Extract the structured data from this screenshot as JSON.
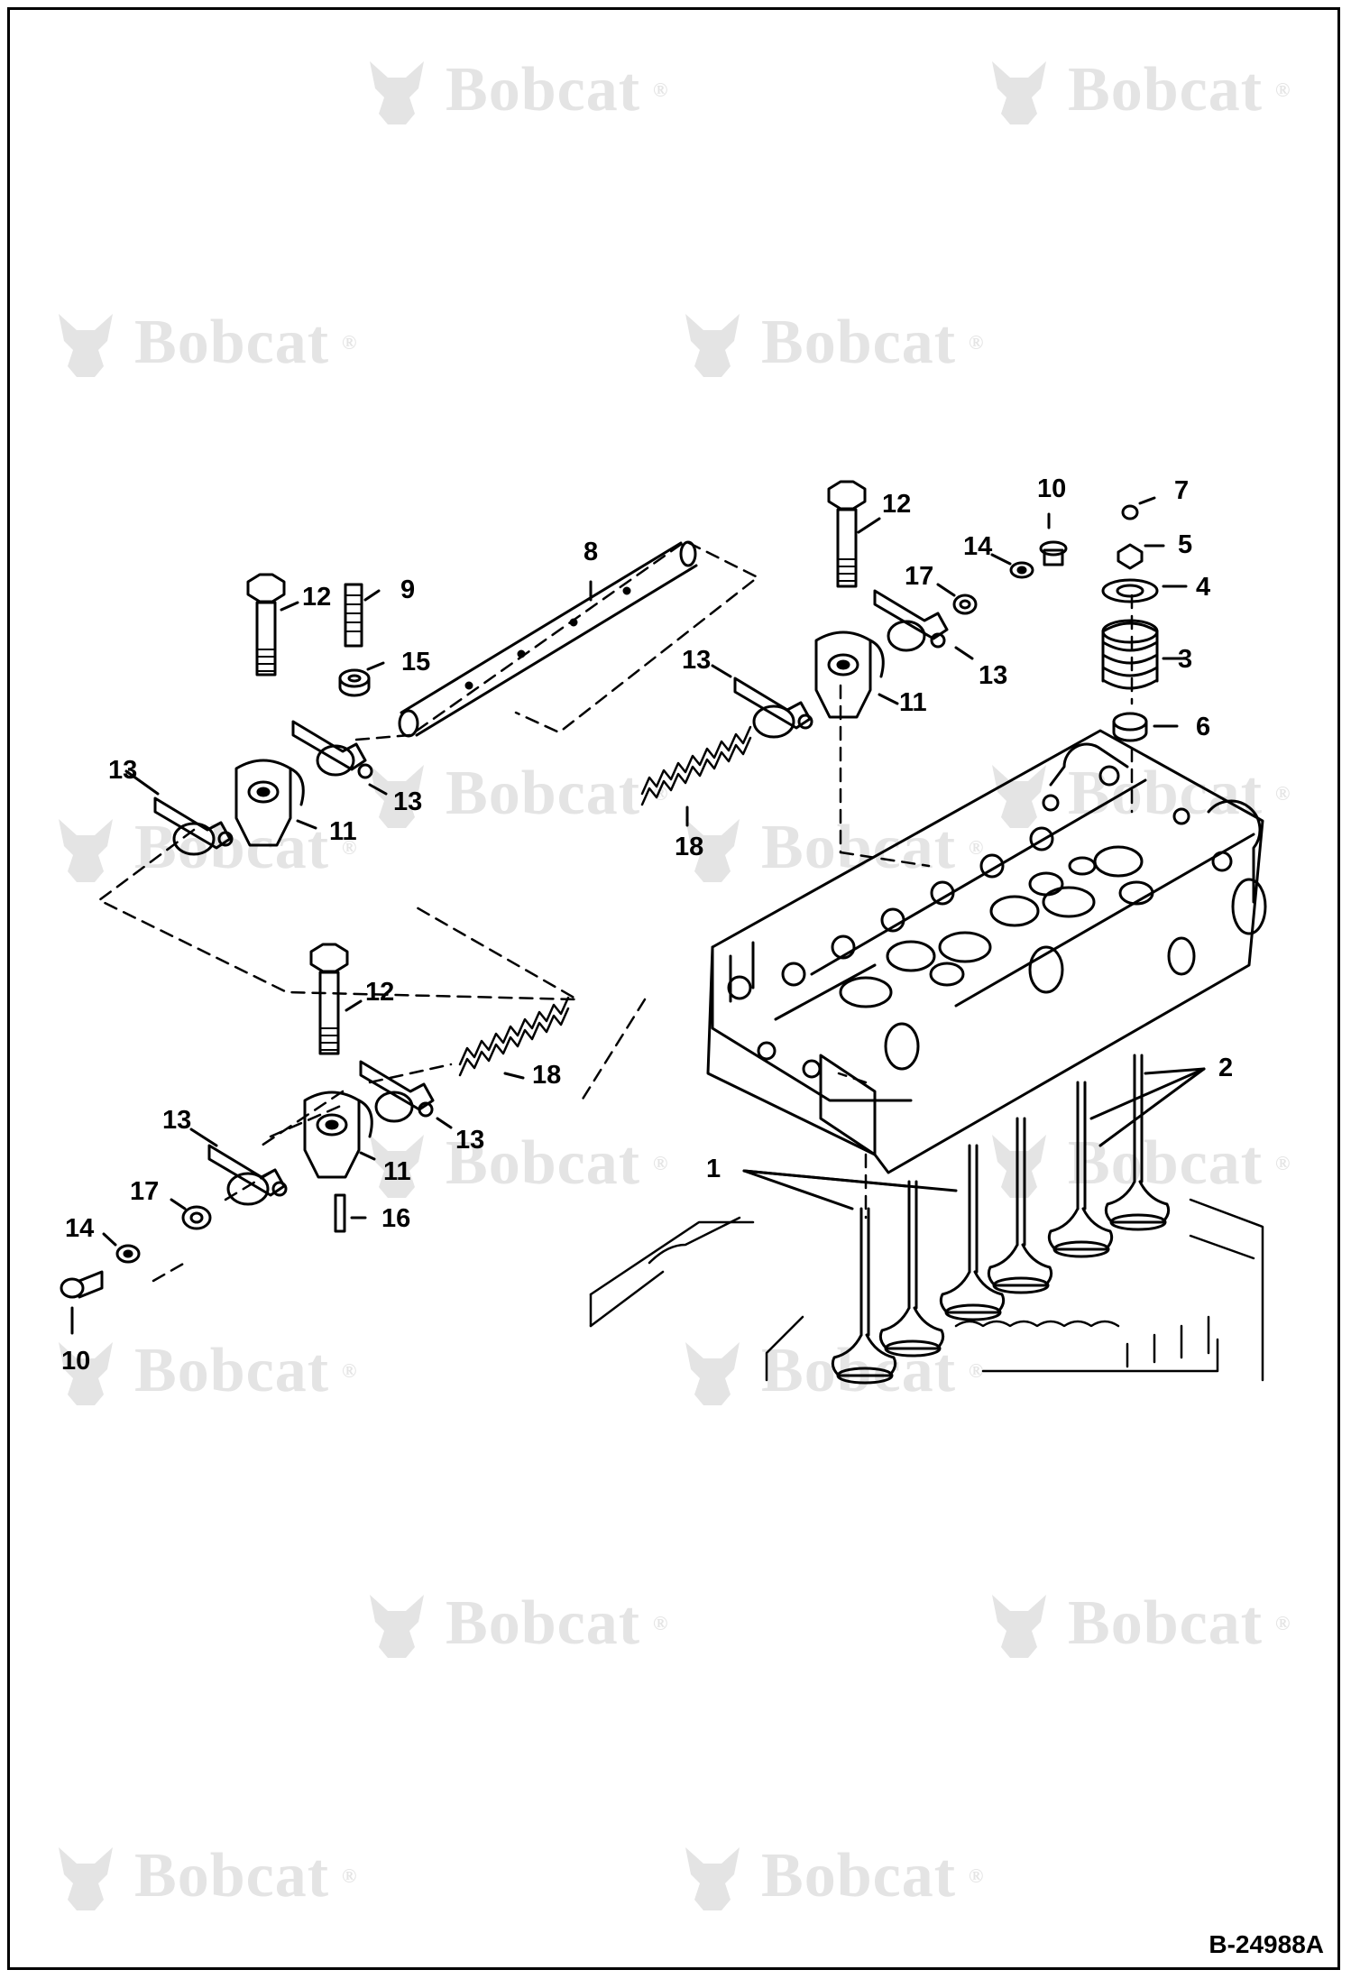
{
  "watermark": {
    "text": "Bobcat",
    "mark": "®",
    "logo": "bobcat-logo-icon"
  },
  "figure_id": "B-24988A",
  "callouts": [
    {
      "id": "c1",
      "text": "1"
    },
    {
      "id": "c2",
      "text": "2"
    },
    {
      "id": "c3",
      "text": "3"
    },
    {
      "id": "c4",
      "text": "4"
    },
    {
      "id": "c5",
      "text": "5"
    },
    {
      "id": "c6",
      "text": "6"
    },
    {
      "id": "c7",
      "text": "7"
    },
    {
      "id": "c8",
      "text": "8"
    },
    {
      "id": "c9",
      "text": "9"
    },
    {
      "id": "c10a",
      "text": "10"
    },
    {
      "id": "c10b",
      "text": "10"
    },
    {
      "id": "c11a",
      "text": "11"
    },
    {
      "id": "c11b",
      "text": "11"
    },
    {
      "id": "c11c",
      "text": "11"
    },
    {
      "id": "c12a",
      "text": "12"
    },
    {
      "id": "c12b",
      "text": "12"
    },
    {
      "id": "c12c",
      "text": "12"
    },
    {
      "id": "c13a",
      "text": "13"
    },
    {
      "id": "c13b",
      "text": "13"
    },
    {
      "id": "c13c",
      "text": "13"
    },
    {
      "id": "c13d",
      "text": "13"
    },
    {
      "id": "c13e",
      "text": "13"
    },
    {
      "id": "c13f",
      "text": "13"
    },
    {
      "id": "c14a",
      "text": "14"
    },
    {
      "id": "c14b",
      "text": "14"
    },
    {
      "id": "c15",
      "text": "15"
    },
    {
      "id": "c16",
      "text": "16"
    },
    {
      "id": "c17a",
      "text": "17"
    },
    {
      "id": "c17b",
      "text": "17"
    },
    {
      "id": "c18a",
      "text": "18"
    },
    {
      "id": "c18b",
      "text": "18"
    }
  ]
}
